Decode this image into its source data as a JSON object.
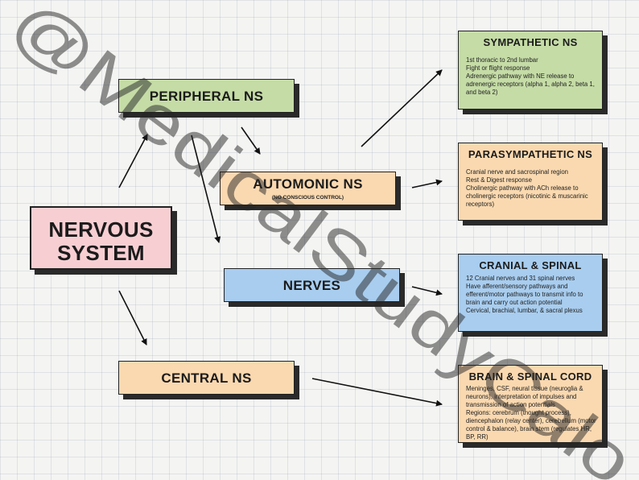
{
  "main_node": {
    "line1": "NERVOUS",
    "line2": "SYSTEM",
    "color": "#f7cfd3"
  },
  "peripheral": {
    "title": "PERIPHERAL NS",
    "color": "#c5dca6"
  },
  "automonic": {
    "title": "AUTOMONIC NS",
    "subtitle": "(NO CONSCIOUS CONTROL)",
    "color": "#fad9b0"
  },
  "nerves": {
    "title": "NERVES",
    "color": "#a8cdef"
  },
  "central": {
    "title": "CENTRAL NS",
    "color": "#fad9b0"
  },
  "sympathetic": {
    "title": "SYMPATHETIC NS",
    "color": "#c5dca6",
    "lines": [
      "1st thoracic to 2nd lumbar",
      "Fight or flight response",
      "Adrenergic pathway with NE release to adrenergic receptors (alpha 1, alpha 2, beta 1, and beta 2)"
    ]
  },
  "parasympathetic": {
    "title": "PARASYMPATHETIC NS",
    "color": "#fad9b0",
    "lines": [
      "Cranial nerve and sacrospinal region",
      "Rest & Digest response",
      "Cholinergic pathway with ACh release to cholinergic receptors (nicotinic & muscarinic receptors)"
    ]
  },
  "cranial_spinal": {
    "title": "CRANIAL & SPINAL",
    "color": "#a8cdef",
    "lines": [
      "12 Cranial nerves and 31 spinal nerves",
      "Have afferent/sensory pathways and efferent/motor pathways to transmit info to brain and carry out action potential",
      "Cervical, brachial, lumbar, & sacral plexus"
    ]
  },
  "brain_spinal": {
    "title": "BRAIN & SPINAL CORD",
    "color": "#fad9b0",
    "lines": [
      "Meninges, CSF, neural tissue (neuroglia & neurons), interpretation of impulses and transmission of action potentials",
      "Regions: cerebrum (thought process), diencephalon (relay center), cerebellum (motor control & balance), brain stem (regulates HR, BP, RR)"
    ]
  },
  "watermark": {
    "text": "@MedicalStudyCalo"
  }
}
